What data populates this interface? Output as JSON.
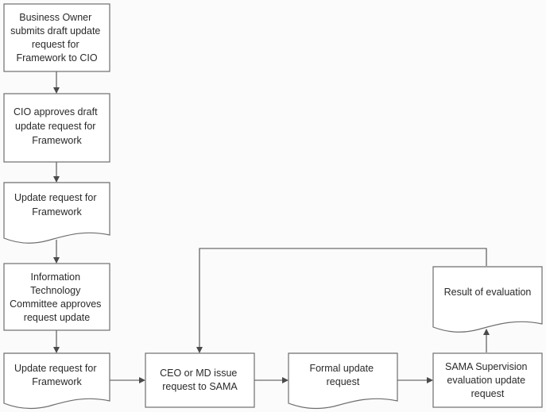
{
  "flowchart": {
    "nodes": [
      {
        "id": "n1",
        "shape": "process",
        "lines": [
          "Business Owner",
          "submits draft update",
          "request for",
          "Framework to CIO"
        ]
      },
      {
        "id": "n2",
        "shape": "process",
        "lines": [
          "CIO approves draft",
          "update request for",
          "Framework"
        ]
      },
      {
        "id": "n3",
        "shape": "document",
        "lines": [
          "Update request for",
          "Framework"
        ]
      },
      {
        "id": "n4",
        "shape": "process",
        "lines": [
          "Information",
          "Technology",
          "Committee approves",
          "request update"
        ]
      },
      {
        "id": "n5",
        "shape": "document",
        "lines": [
          "Update request for",
          "Framework"
        ]
      },
      {
        "id": "n6",
        "shape": "process",
        "lines": [
          "CEO or MD issue",
          "request to SAMA"
        ]
      },
      {
        "id": "n7",
        "shape": "document",
        "lines": [
          "Formal update",
          "request"
        ]
      },
      {
        "id": "n8",
        "shape": "process",
        "lines": [
          "SAMA Supervision",
          "evaluation update",
          "request"
        ]
      },
      {
        "id": "n9",
        "shape": "document",
        "lines": [
          "Result of evaluation"
        ]
      }
    ],
    "edges": [
      {
        "from": "n1",
        "to": "n2"
      },
      {
        "from": "n2",
        "to": "n3"
      },
      {
        "from": "n3",
        "to": "n4"
      },
      {
        "from": "n4",
        "to": "n5"
      },
      {
        "from": "n5",
        "to": "n6"
      },
      {
        "from": "n6",
        "to": "n7"
      },
      {
        "from": "n7",
        "to": "n8"
      },
      {
        "from": "n8",
        "to": "n9"
      },
      {
        "from": "n9",
        "to": "n6"
      }
    ]
  }
}
